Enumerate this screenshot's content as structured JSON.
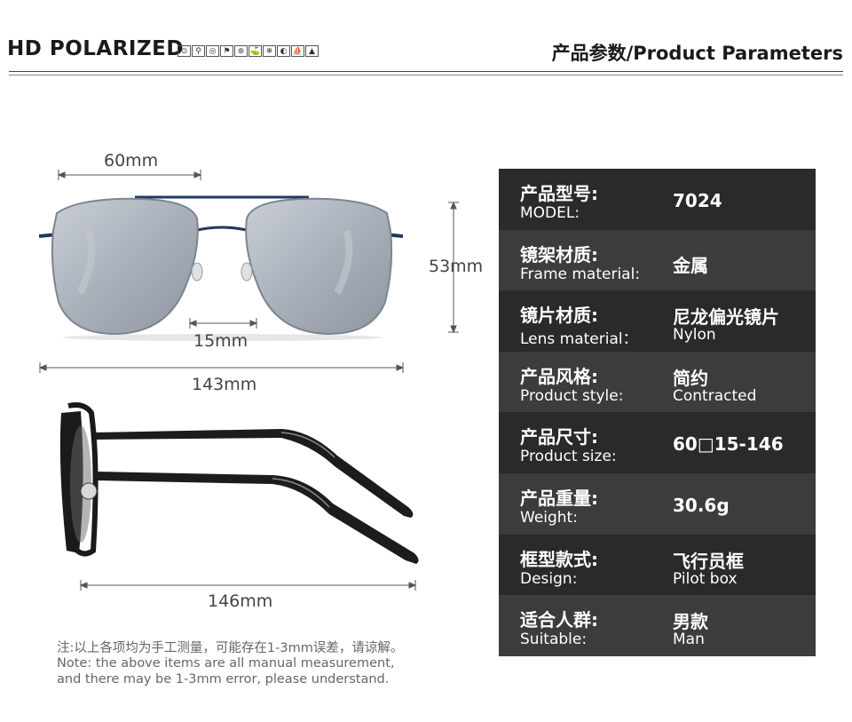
{
  "header": {
    "title_left": "HD POLARIZED",
    "title_right": "产品参数/Product Parameters",
    "icons": [
      "road-icon",
      "fishing-icon",
      "cycling-icon",
      "running-icon",
      "driving-icon",
      "golf-icon",
      "ski-icon",
      "tennis-icon",
      "sailing-icon",
      "hiking-icon"
    ]
  },
  "dimensions": {
    "lens_width": "60mm",
    "lens_height": "53mm",
    "bridge": "15mm",
    "frame_width": "143mm",
    "temple_length": "146mm"
  },
  "specs": [
    {
      "key_cn": "产品型号:",
      "key_en": "MODEL:",
      "value_cn": "7024",
      "value_en": ""
    },
    {
      "key_cn": "镜架材质:",
      "key_en": "Frame material:",
      "value_cn": "金属",
      "value_en": ""
    },
    {
      "key_cn": "镜片材质:",
      "key_en": "Lens material：",
      "value_cn": "尼龙偏光镜片",
      "value_en": "Nylon"
    },
    {
      "key_cn": "产品风格:",
      "key_en": "Product style:",
      "value_cn": "简约",
      "value_en": "Contracted"
    },
    {
      "key_cn": "产品尺寸:",
      "key_en": "Product size:",
      "value_cn": "60□15-146",
      "value_en": ""
    },
    {
      "key_cn": "产品重量:",
      "key_en": "Weight:",
      "value_cn": "30.6g",
      "value_en": ""
    },
    {
      "key_cn": "框型款式:",
      "key_en": "Design:",
      "value_cn": "飞行员框",
      "value_en": "Pilot box"
    },
    {
      "key_cn": "适合人群:",
      "key_en": "Suitable:",
      "value_cn": "男款",
      "value_en": "Man"
    }
  ],
  "note": {
    "cn": "注:以上各项均为手工测量，可能存在1-3mm误差，请谅解。",
    "en_line1": "Note: the above items are all manual measurement,",
    "en_line2": "and there may be 1-3mm error, please understand."
  },
  "colors": {
    "row_dark": "#2a2a2a",
    "row_light": "#3c3c3c",
    "frame_metal": "#1f3a5c",
    "lens": "#a9afb8"
  }
}
